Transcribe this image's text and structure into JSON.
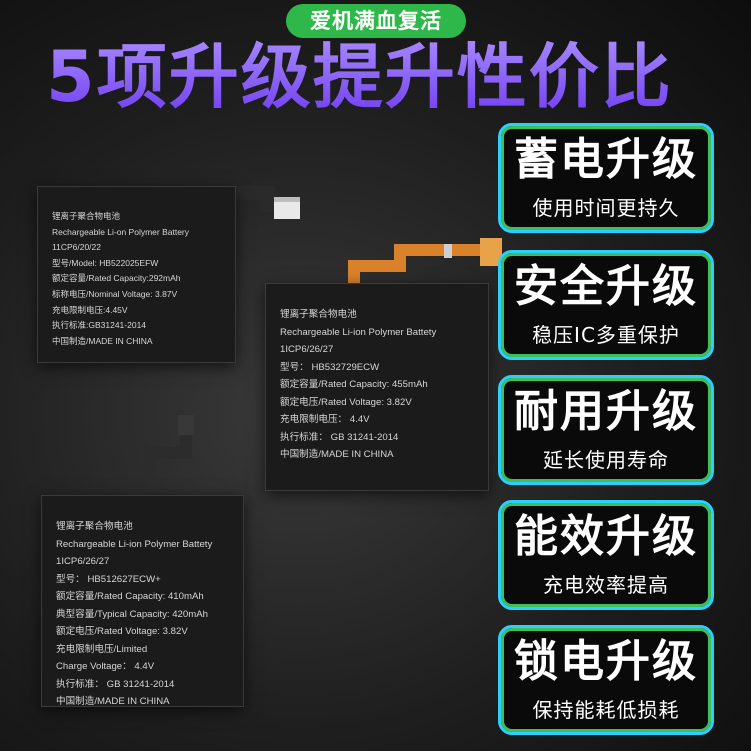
{
  "badge": "爱机满血复活",
  "headline": "5项升级提升性价比",
  "features": [
    {
      "title": "蓄电升级",
      "subtitle": "使用时间更持久"
    },
    {
      "title": "安全升级",
      "subtitle": "稳压IC多重保护"
    },
    {
      "title": "耐用升级",
      "subtitle": "延长使用寿命"
    },
    {
      "title": "能效升级",
      "subtitle": "充电效率提高"
    },
    {
      "title": "锁电升级",
      "subtitle": "保持能耗低损耗"
    }
  ],
  "batteries": [
    {
      "lines": [
        "锂离子聚合物电池",
        "Rechargeable Li-on Polymer Battery",
        "11CP6/20/22",
        "型号/Model: HB522025EFW",
        "额定容量/Rated Capacity:292mAh",
        "标称电压/Nominal Voltage: 3.87V",
        "充电限制电压:4.45V",
        "执行标准:GB31241-2014",
        "中国制造/MADE IN CHINA"
      ]
    },
    {
      "lines": [
        "锂离子聚合物电池",
        "Rechargeable Li-ion Polymer Battety",
        "1ICP6/26/27",
        "型号： HB532729ECW",
        "额定容量/Rated Capacity: 455mAh",
        "额定电压/Rated Voltage: 3.82V",
        "充电限制电压： 4.4V",
        "执行标准： GB 31241-2014",
        "中国制造/MADE IN CHINA"
      ]
    },
    {
      "lines": [
        "锂离子聚合物电池",
        "Rechargeable Li-ion Polymer Battety",
        "1ICP6/26/27",
        "型号： HB512627ECW+",
        "额定容量/Rated Capacity: 410mAh",
        "典型容量/Typical Capacity: 420mAh",
        "额定电压/Rated Voltage: 3.82V",
        "充电限制电压/Limited",
        "Charge Voltage： 4.4V",
        "执行标准： GB 31241-2014",
        "中国制造/MADE IN CHINA"
      ]
    }
  ]
}
